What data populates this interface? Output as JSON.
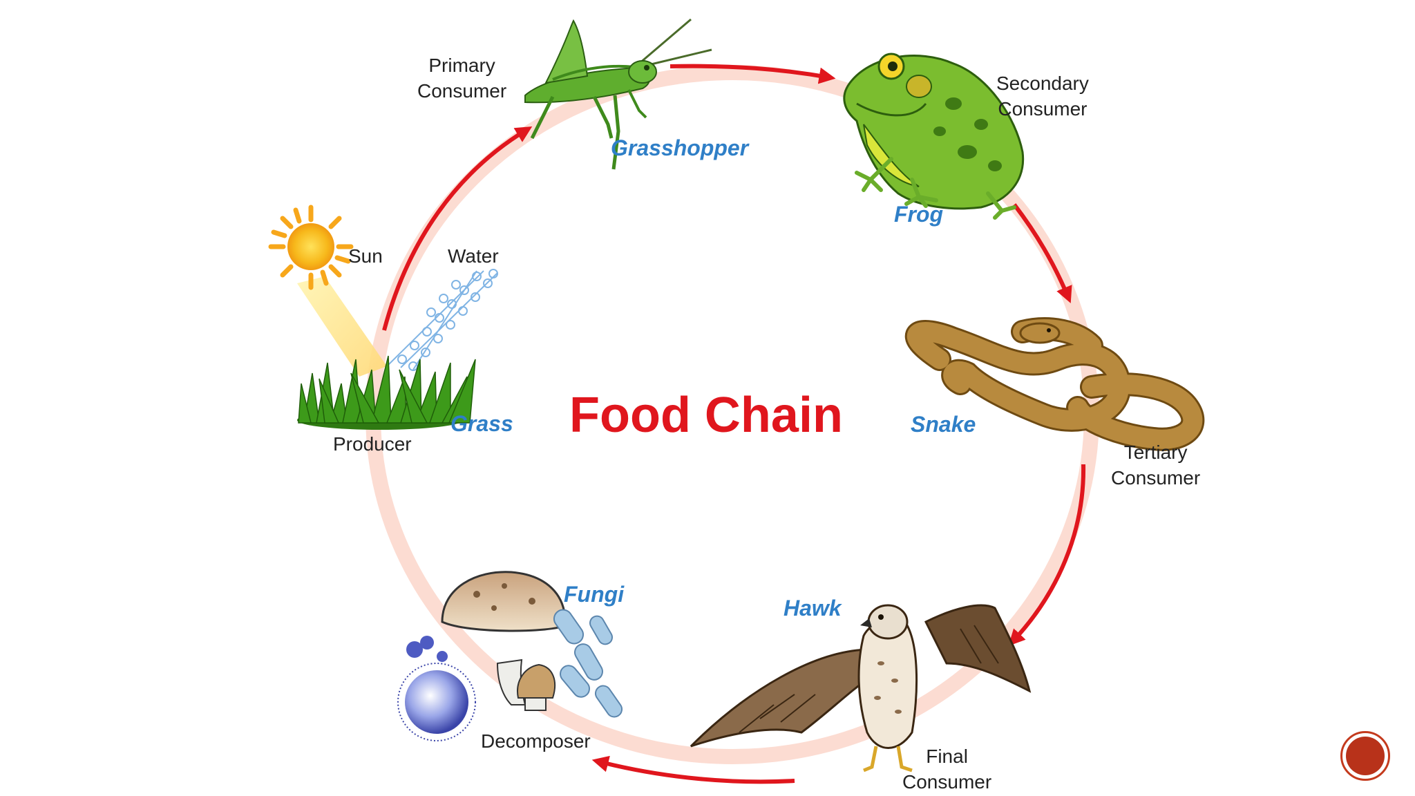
{
  "title": "Food Chain",
  "colors": {
    "accent_red": "#e0161d",
    "name_blue": "#2f7fc7",
    "ring_pink": "#fcdcd2",
    "badge_red": "#b8321a"
  },
  "stages": {
    "grass": {
      "name": "Grass",
      "role": "Producer"
    },
    "grasshopper": {
      "name": "Grasshopper",
      "role_line1": "Primary",
      "role_line2": "Consumer"
    },
    "frog": {
      "name": "Frog",
      "role_line1": "Secondary",
      "role_line2": "Consumer"
    },
    "snake": {
      "name": "Snake",
      "role_line1": "Tertiary",
      "role_line2": "Consumer"
    },
    "hawk": {
      "name": "Hawk",
      "role_line1": "Final",
      "role_line2": "Consumer"
    },
    "fungi": {
      "name": "Fungi",
      "role": "Decomposer"
    }
  },
  "inputs": {
    "sun": "Sun",
    "water": "Water"
  },
  "icons": [
    "sun-icon",
    "water-icon",
    "grass-icon",
    "grasshopper-icon",
    "frog-icon",
    "snake-icon",
    "hawk-icon",
    "mushroom-icon",
    "bacteria-icon"
  ]
}
